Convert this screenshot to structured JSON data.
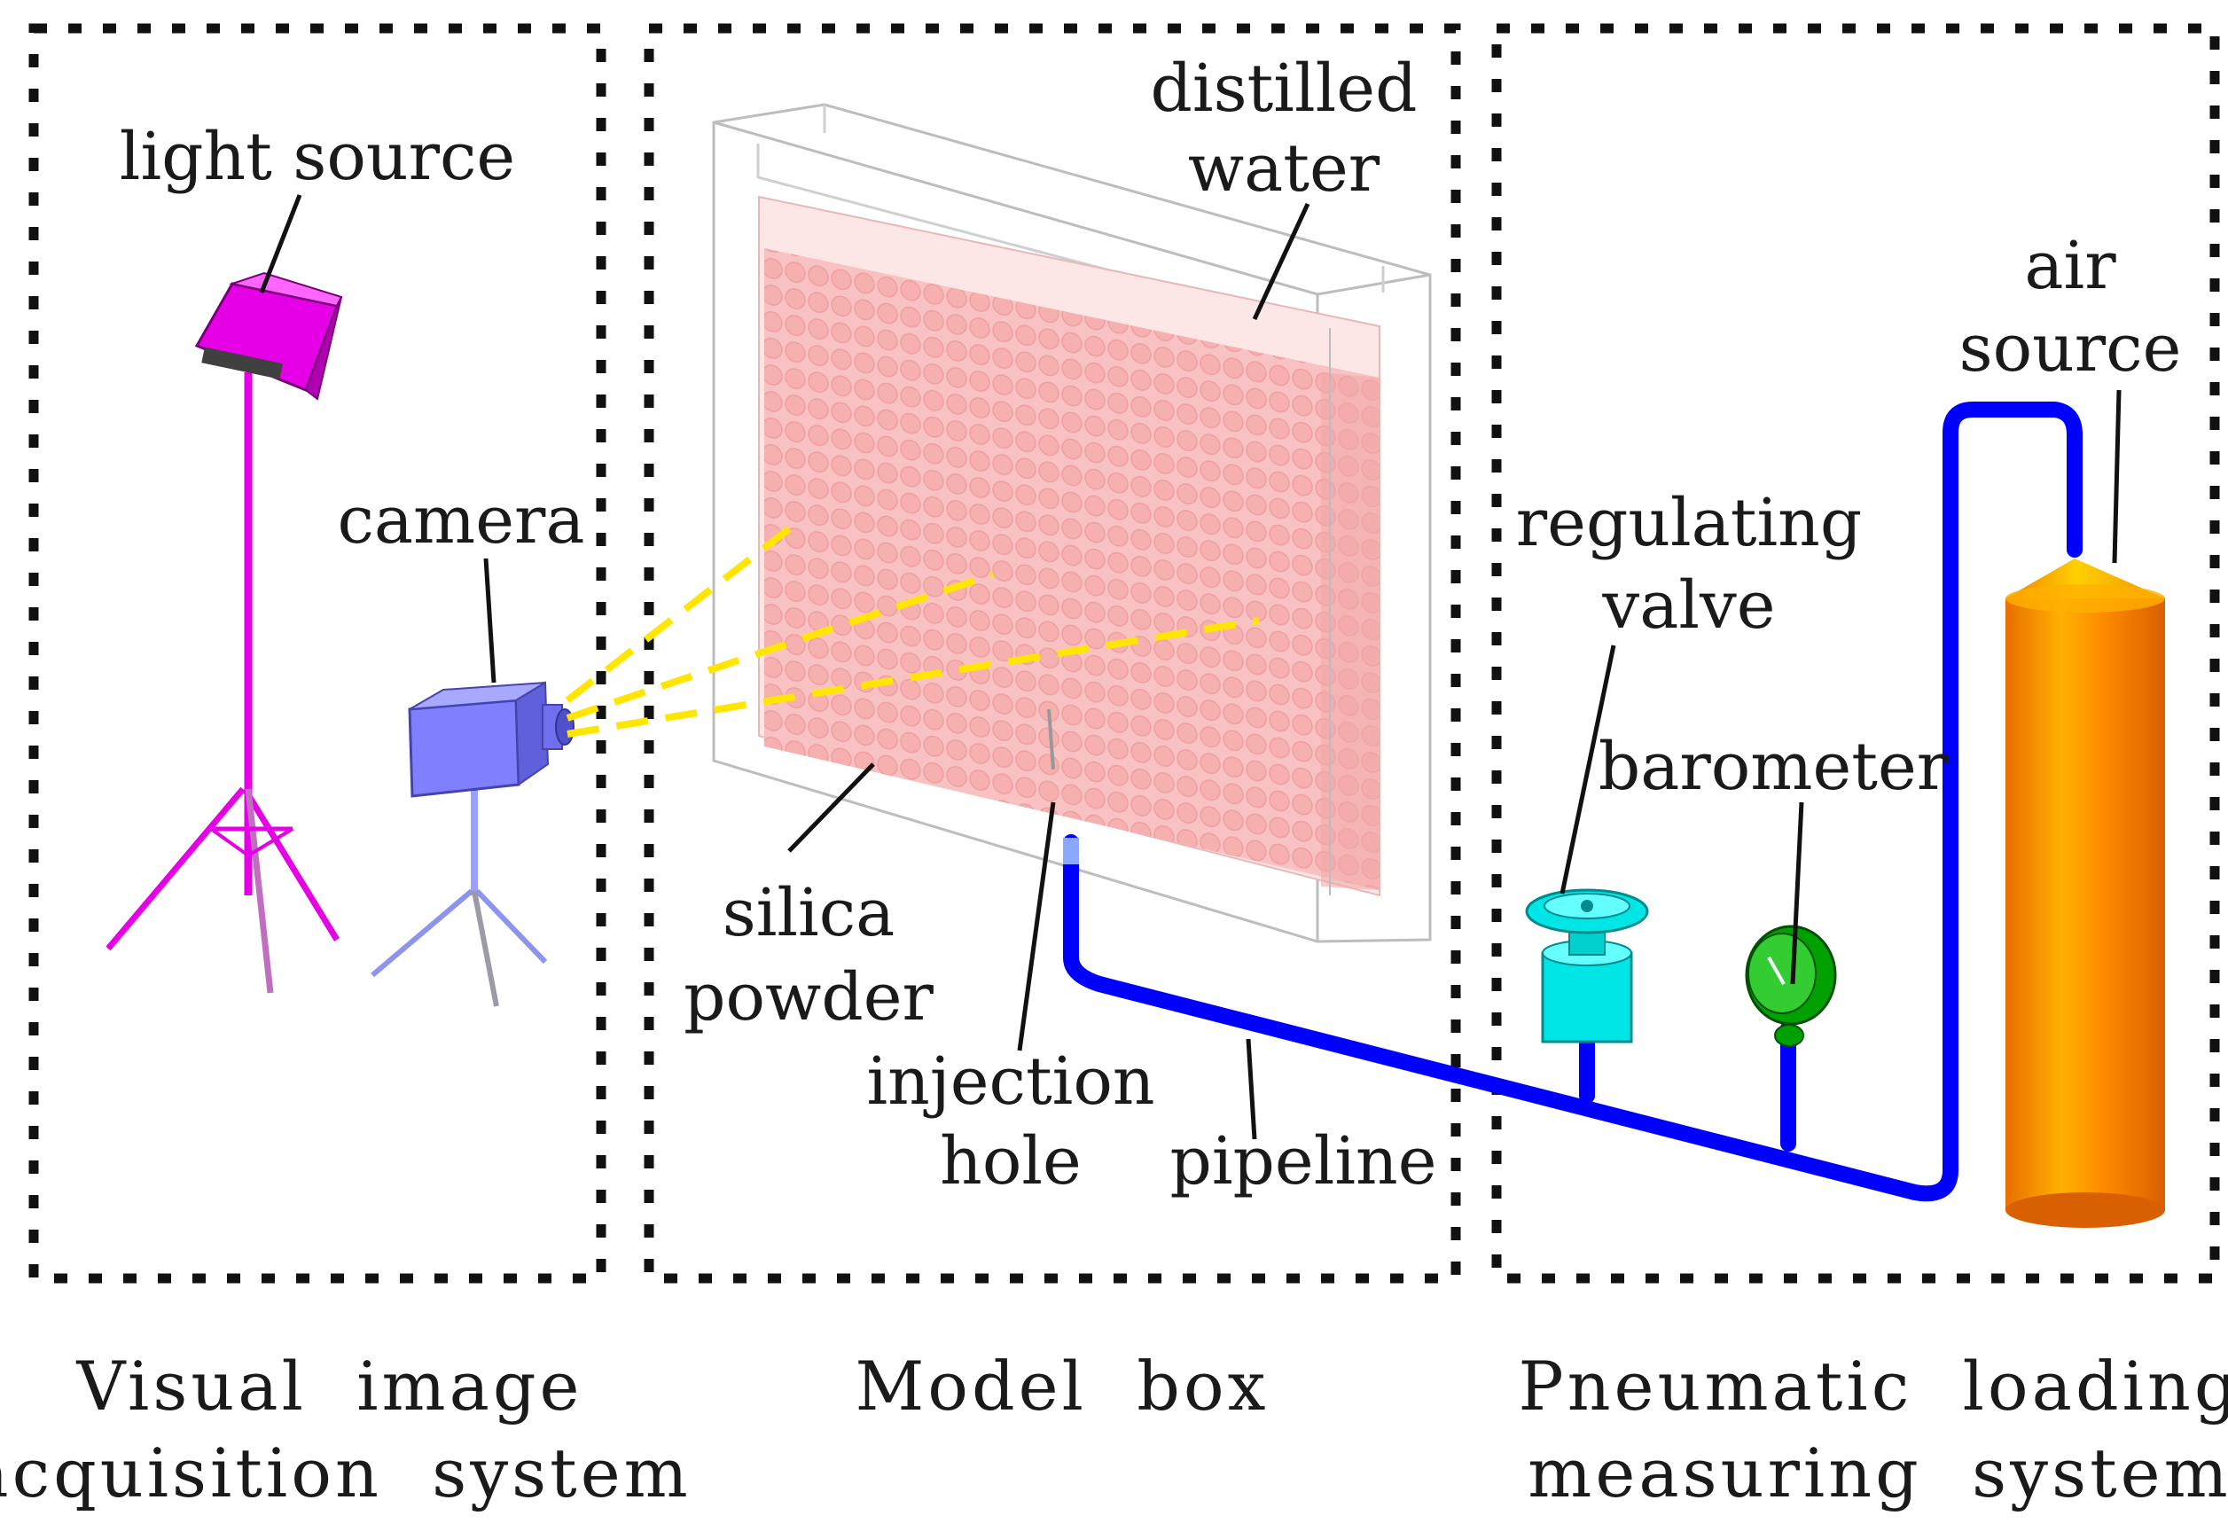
{
  "sections": {
    "visual": {
      "caption_line1": "Visual  image",
      "caption_line2": "acquisition  system"
    },
    "model": {
      "caption_line1": "Model  box"
    },
    "pneumatic": {
      "caption_line1": "Pneumatic  loading",
      "caption_line2": "measuring  system"
    }
  },
  "labels": {
    "light_source": "light source",
    "camera": "camera",
    "distilled_water_line1": "distilled",
    "distilled_water_line2": "water",
    "silica_powder_line1": "silica",
    "silica_powder_line2": "powder",
    "injection_hole_line1": "injection",
    "injection_hole_line2": "hole",
    "pipeline": "pipeline",
    "regulating_valve_line1": "regulating",
    "regulating_valve_line2": "valve",
    "barometer": "barometer",
    "air_source_line1": "air",
    "air_source_line2": "source"
  },
  "colors": {
    "light_source": "#e600e6",
    "camera": "#8080ff",
    "silica_powder": "#f7b3b3",
    "distilled_water": "#fde6e6",
    "pipeline": "#0000ff",
    "regulating_valve": "#00e6e6",
    "barometer": "#00a000",
    "air_source": "#ff8c00",
    "sight_lines": "#ffe600"
  }
}
